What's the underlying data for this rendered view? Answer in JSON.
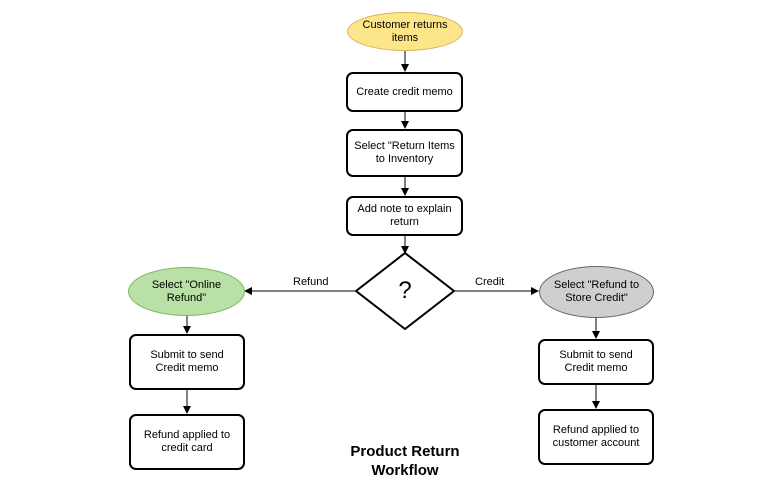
{
  "diagram": {
    "title": "Product  Return\nWorkflow",
    "nodes": {
      "start": "Customer returns\nitems",
      "create_memo": "Create credit memo",
      "select_return": "Select \"Return Items\nto Inventory",
      "add_note": "Add note to explain\nreturn",
      "decision": "?",
      "online_refund": "Select \"Online\nRefund\"",
      "store_credit": "Select \"Refund to\nStore Credit\"",
      "submit_left": "Submit to send\nCredit memo",
      "submit_right": "Submit to send\nCredit memo",
      "refund_card": "Refund applied to\ncredit card",
      "refund_account": "Refund applied to\ncustomer account"
    },
    "edge_labels": {
      "refund": "Refund",
      "credit": "Credit"
    },
    "colors": {
      "start_fill": "#fde58a",
      "start_border": "#d6b656",
      "online_fill": "#b9e0a5",
      "online_border": "#82b366",
      "credit_fill": "#cfcfcf",
      "credit_border": "#666666"
    }
  }
}
